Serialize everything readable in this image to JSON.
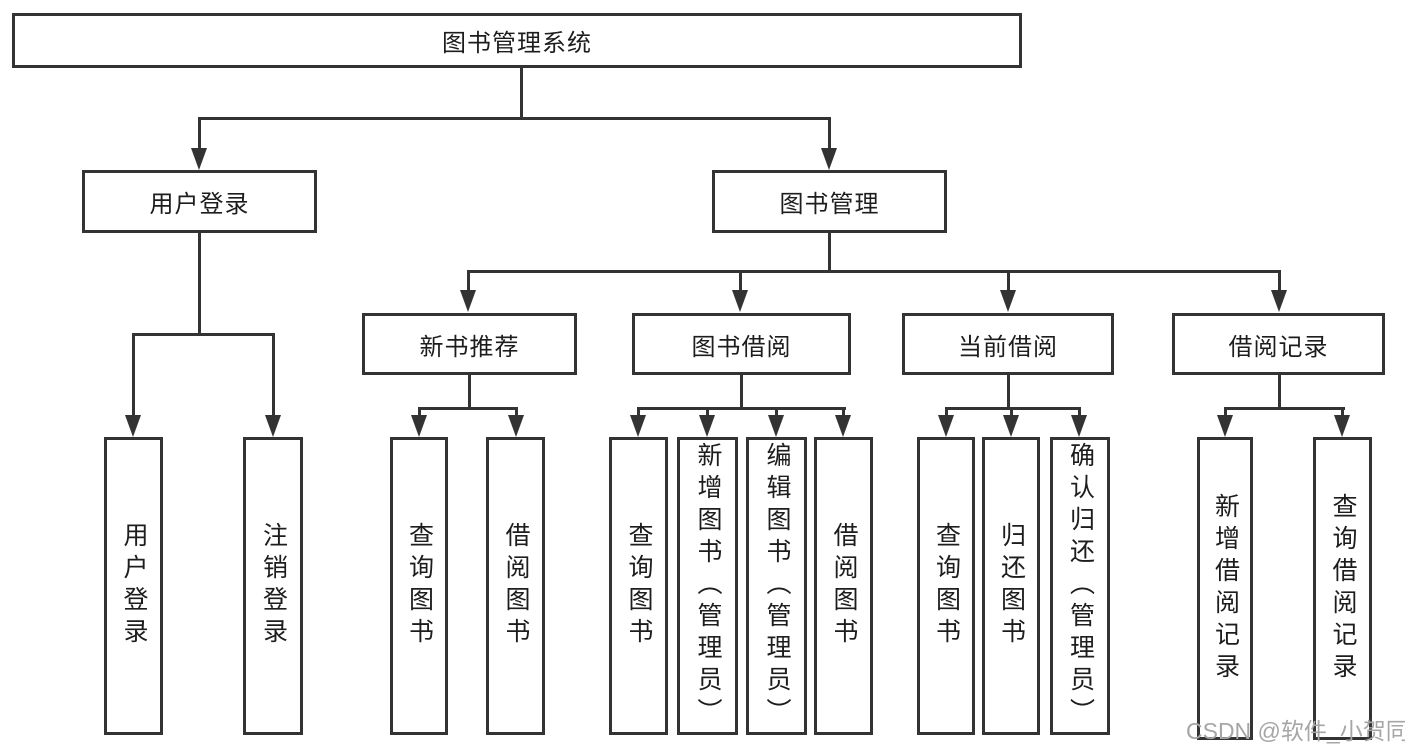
{
  "nodes": {
    "root": "图书管理系统",
    "user_login": "用户登录",
    "book_mgmt": "图书管理",
    "new_book_rec": "新书推荐",
    "book_borrow": "图书借阅",
    "current_borrow": "当前借阅",
    "borrow_record": "借阅记录",
    "leaf_user_login": "用户登录",
    "leaf_logout": "注销登录",
    "leaf_query_book_newrec": "查询图书",
    "leaf_borrow_book_newrec": "借阅图书",
    "leaf_query_book_borrow": "查询图书",
    "leaf_add_book": "新增图书（管理员）",
    "leaf_edit_book": "编辑图书（管理员）",
    "leaf_borrow_book_borrow": "借阅图书",
    "leaf_query_book_current": "查询图书",
    "leaf_return_book": "归还图书",
    "leaf_confirm_return": "确认归还（管理员）",
    "leaf_add_record": "新增借阅记录",
    "leaf_query_record": "查询借阅记录"
  },
  "watermark": "CSDN @软件_小贺同学",
  "colors": {
    "line": "#333333",
    "text": "#1d1d1d",
    "background": "#ffffff",
    "watermark": "#a6a6a6"
  }
}
